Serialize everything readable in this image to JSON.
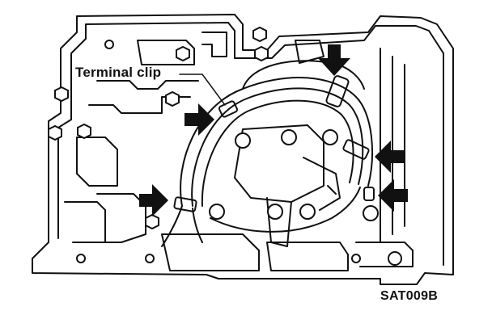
{
  "diagram": {
    "labels": {
      "terminal_clip": "Terminal clip",
      "figure_code": "SAT009B"
    },
    "arrow_count": 5,
    "colors": {
      "ink": "#111111",
      "paper": "#ffffff"
    }
  }
}
